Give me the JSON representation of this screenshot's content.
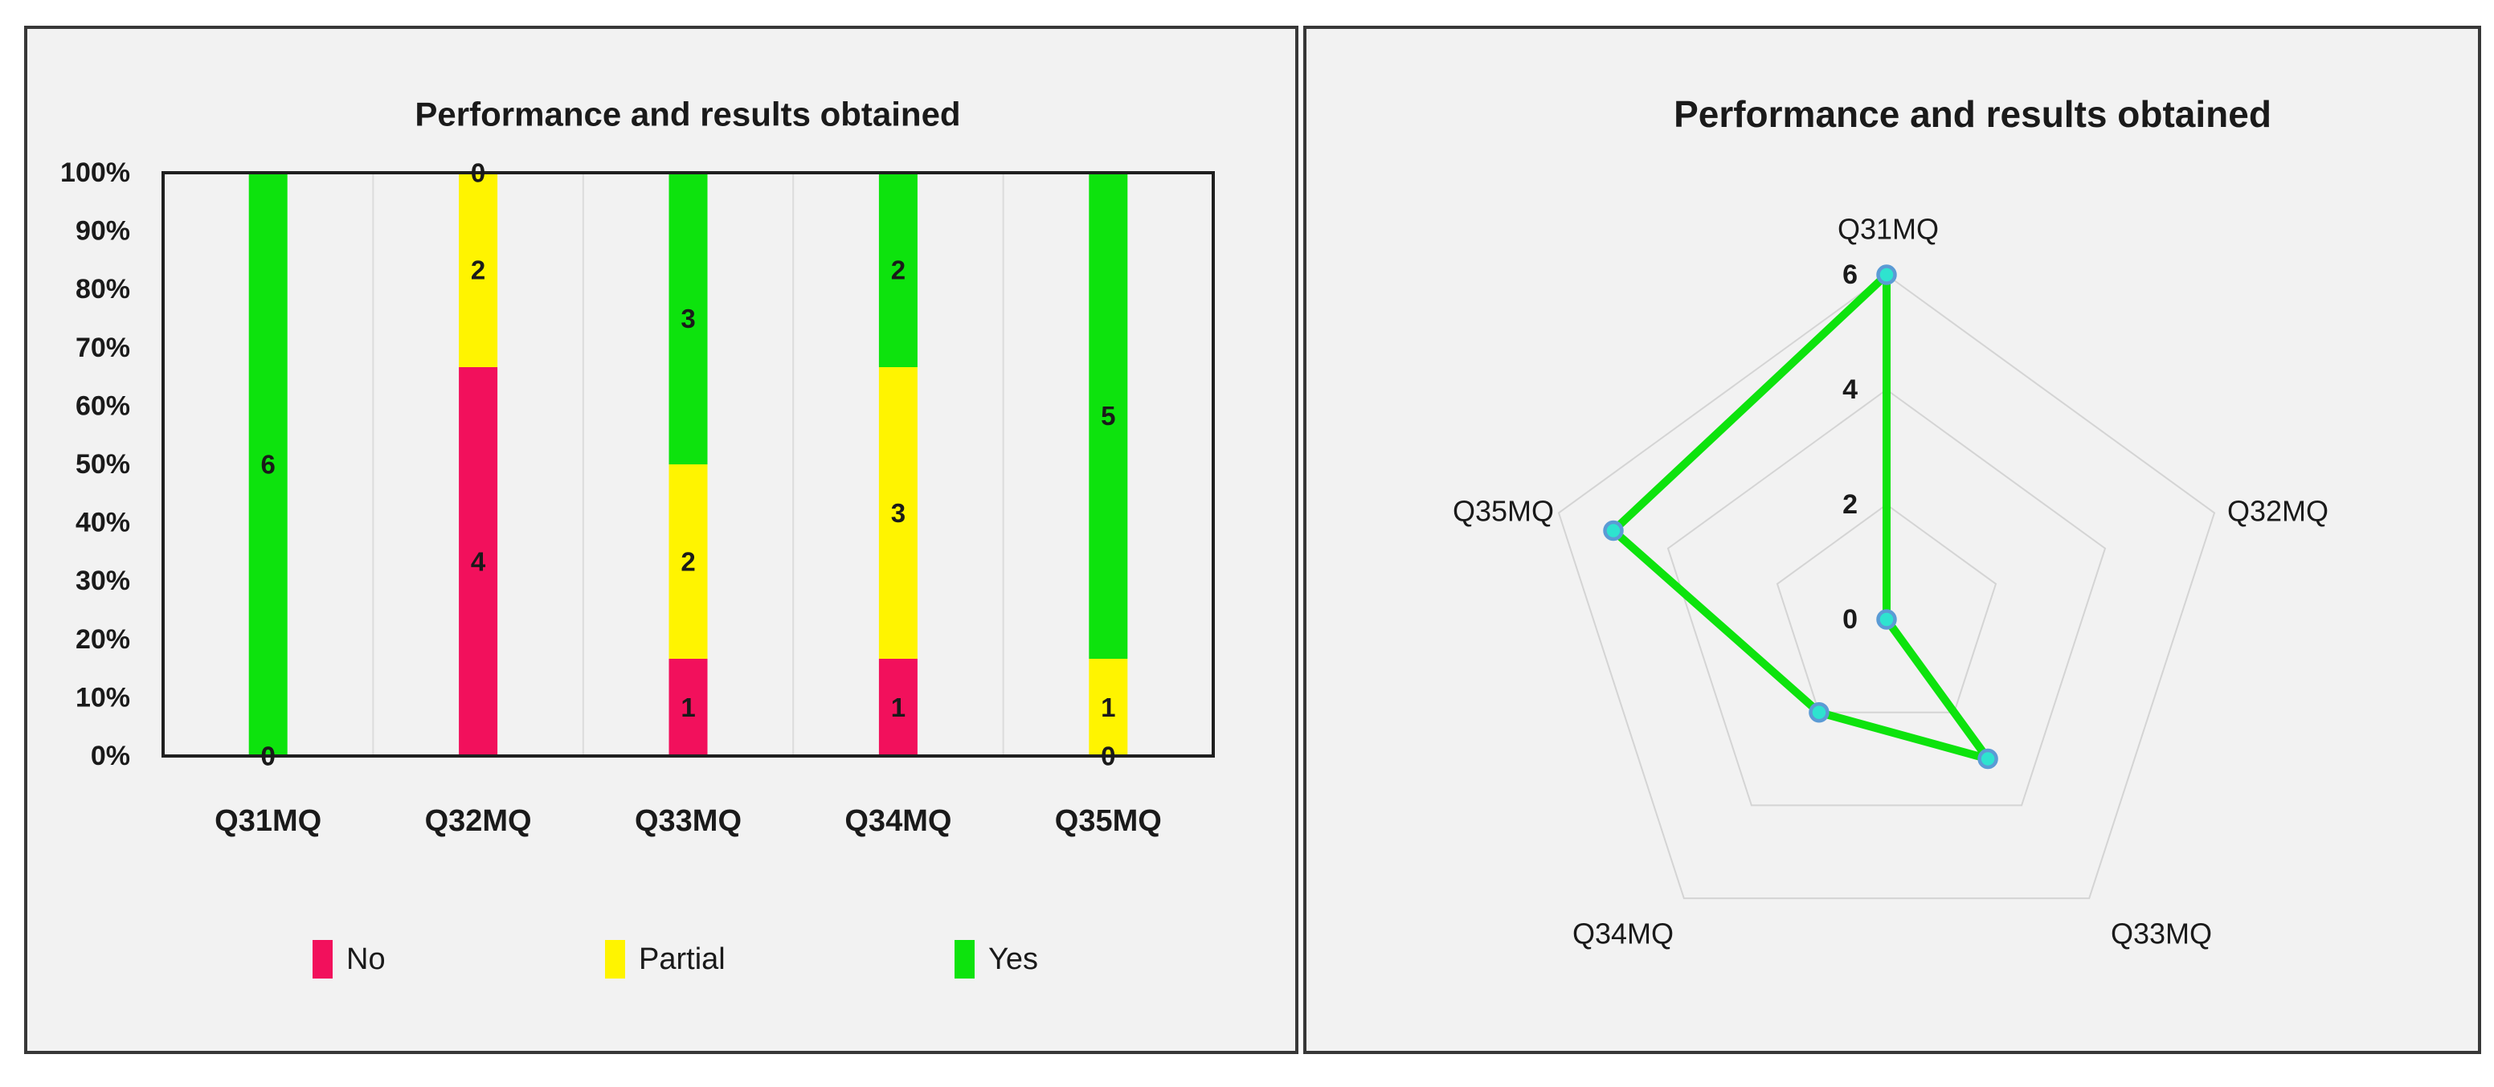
{
  "panels": {
    "left": {
      "title": "Performance and results obtained"
    },
    "right": {
      "title": "Performance and results obtained"
    }
  },
  "colors": {
    "panel_bg": "#f2f2f2",
    "panel_border": "#383838",
    "plot_border": "#1f1f1f",
    "gridline": "#dcdcdc",
    "ring": "#d4d4d4",
    "text": "#1a1a1a",
    "no": "#f2105c",
    "partial": "#fff400",
    "yes": "#0de30d",
    "marker_fill": "#2ee3cf",
    "marker_edge": "#5b9bd5"
  },
  "chart_data": [
    {
      "type": "bar",
      "subtype": "percent-stacked",
      "title": "Performance and results obtained",
      "categories": [
        "Q31MQ",
        "Q32MQ",
        "Q33MQ",
        "Q34MQ",
        "Q35MQ"
      ],
      "series": [
        {
          "name": "No",
          "color_key": "no",
          "values": [
            0,
            4,
            1,
            1,
            0
          ]
        },
        {
          "name": "Partial",
          "color_key": "partial",
          "values": [
            0,
            2,
            2,
            3,
            1
          ]
        },
        {
          "name": "Yes",
          "color_key": "yes",
          "values": [
            6,
            0,
            3,
            2,
            5
          ]
        }
      ],
      "y_axis": {
        "min": 0,
        "max": 1,
        "tick_labels": [
          "0%",
          "10%",
          "20%",
          "30%",
          "40%",
          "50%",
          "60%",
          "70%",
          "80%",
          "90%",
          "100%"
        ]
      },
      "grid": "vertical-category-separators",
      "legend_position": "bottom",
      "data_labels": "inside-center"
    },
    {
      "type": "radar",
      "title": "Performance and results obtained",
      "categories": [
        "Q31MQ",
        "Q32MQ",
        "Q33MQ",
        "Q34MQ",
        "Q35MQ"
      ],
      "series": [
        {
          "name": "Yes",
          "values": [
            6,
            0,
            3,
            2,
            5
          ],
          "line_color_key": "yes",
          "marker": "circle",
          "marker_fill_key": "marker_fill",
          "marker_edge_key": "marker_edge"
        }
      ],
      "r_axis": {
        "min": 0,
        "max": 6,
        "ring_values": [
          2,
          4,
          6
        ],
        "tick_labels": [
          "6",
          "4",
          "2",
          "0"
        ],
        "tick_values": [
          6,
          4,
          2,
          0
        ]
      },
      "legend": "none"
    }
  ]
}
